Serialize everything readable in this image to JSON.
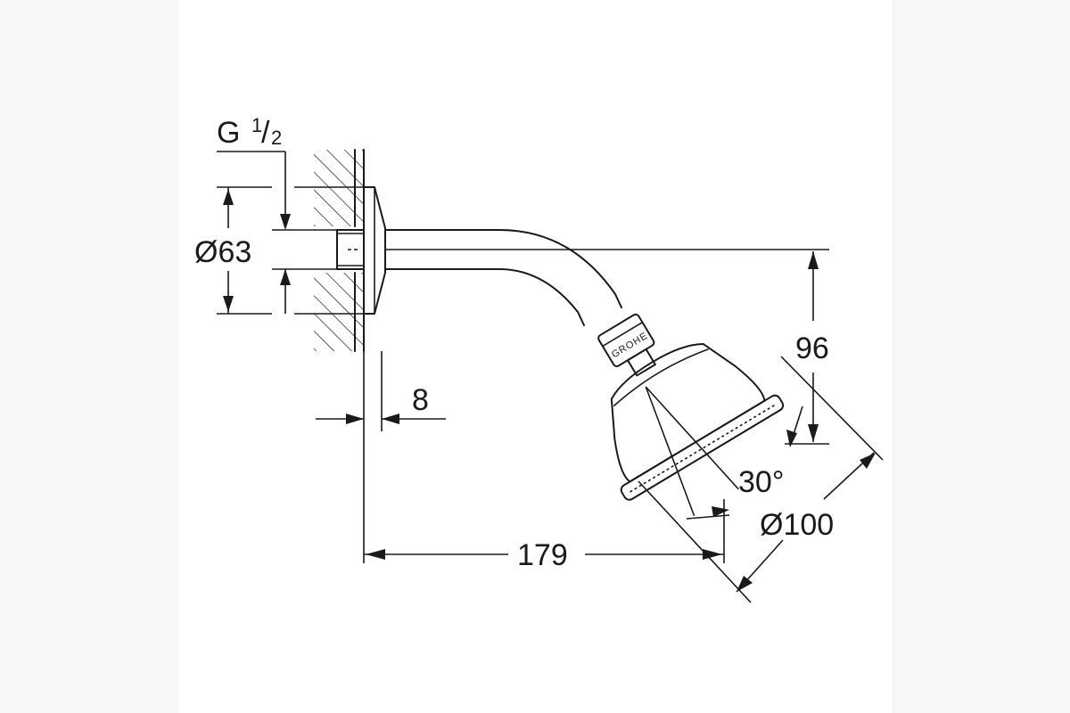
{
  "dimensions": {
    "thread_prefix": "G",
    "thread_num": "1",
    "thread_den": "2",
    "flange_diameter": "Ø63",
    "flange_thickness": "8",
    "projection": "179",
    "drop": "96",
    "spray_angle": "30°",
    "head_diameter": "Ø100"
  },
  "brand": {
    "logo_text": "GROHE"
  }
}
